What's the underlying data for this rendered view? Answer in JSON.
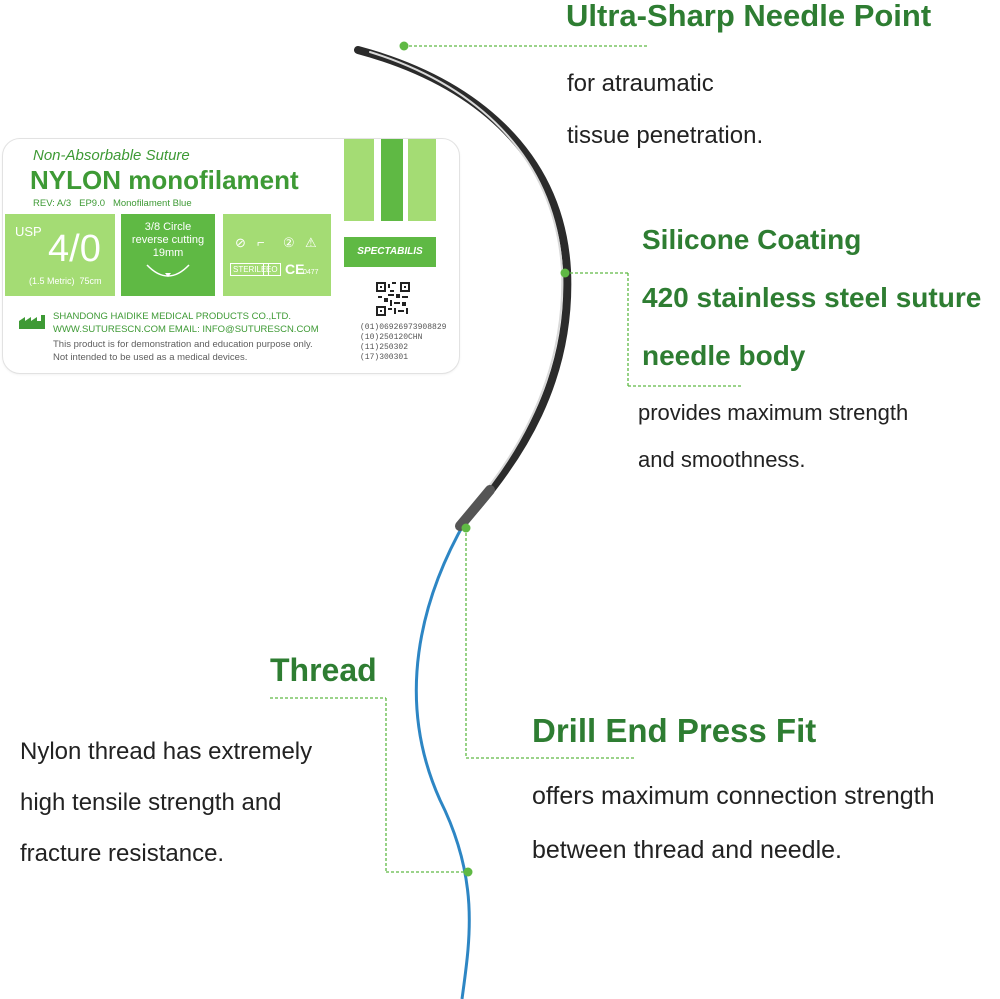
{
  "needle_point": {
    "heading": "Ultra-Sharp Needle Point",
    "line1": "for  atraumatic",
    "line2": "tissue penetration."
  },
  "silicone": {
    "heading1": "Silicone Coating",
    "heading2": "420 stainless steel suture",
    "heading3": "needle body",
    "line1": "provides maximum strength",
    "line2": "and smoothness."
  },
  "thread": {
    "heading": "Thread",
    "line1": "Nylon thread has extremely",
    "line2": "high tensile strength and",
    "line3": "fracture resistance."
  },
  "drill_end": {
    "heading": "Drill End Press Fit",
    "line1": "offers maximum connection strength",
    "line2": "between thread and needle."
  },
  "package": {
    "subtitle": "Non-Absorbable Suture",
    "title": "NYLON monofilament",
    "rev": "REV: A/3",
    "ep": "EP9.0",
    "material": "Monofilament Blue",
    "usp_label": "USP",
    "usp_value": "4/0",
    "metric": "(1.5 Metric)",
    "length": "75cm",
    "circle": "3/8 Circle",
    "cutting": "reverse cutting",
    "needle_size": "19mm",
    "sterile": "STERILE",
    "eo": "EO",
    "ce": "CE",
    "ce_number": "0477",
    "brand": "SPECTABILIS",
    "maker": "SHANDONG HAIDIKE MEDICAL PRODUCTS CO.,LTD.",
    "contact": "WWW.SUTURESCN.COM EMAIL: INFO@SUTURESCN.COM",
    "disclaimer1": "This product is for demonstration and education purpose only.",
    "disclaimer2": "Not intended to be used as a medical devices.",
    "codes": [
      "(01)06926973908829",
      "(10)250120CHN",
      "(11)250302",
      "(17)300301"
    ]
  },
  "colors": {
    "heading_green": "#2e7d32",
    "package_green": "#3e9a35",
    "thread_blue": "#2d86c4",
    "needle_steel": "#2b2b2b",
    "leader_green": "#5fb944"
  }
}
